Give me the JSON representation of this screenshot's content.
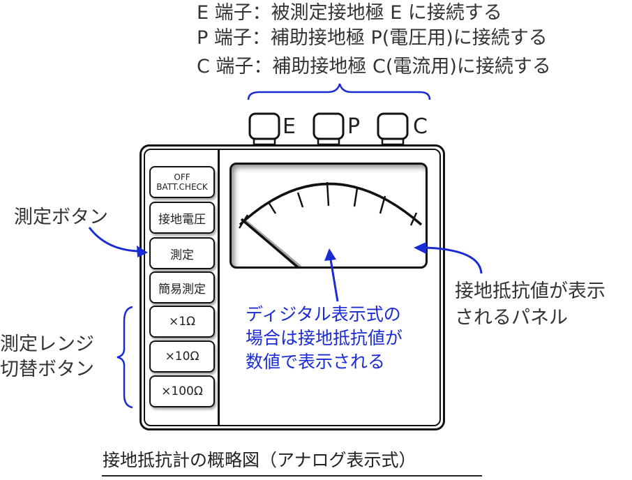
{
  "terminals": {
    "lines": [
      "E 端子：被測定接地極 E に接続する",
      "P 端子：補助接地極 P(電圧用)に接続する",
      "C 端子：補助接地極 C(電流用)に接続する"
    ],
    "labels": [
      "E",
      "P",
      "C"
    ]
  },
  "buttons": {
    "off_batt": [
      "OFF",
      "BATT.CHECK"
    ],
    "ground_voltage": "接地電圧",
    "measure": "測定",
    "simple_measure": "簡易測定",
    "range_x1": "×1Ω",
    "range_x10": "×10Ω",
    "range_x100": "×100Ω"
  },
  "labels": {
    "measure_button": "測定ボタン",
    "range_switch": [
      "測定レンジ",
      "切替ボタン"
    ],
    "panel": [
      "接地抵抗値が表示",
      "されるパネル"
    ],
    "digital_note": [
      "ディジタル表示式の",
      "場合は接地抵抗値が",
      "数値で表示される"
    ]
  },
  "caption": "接地抵抗計の概略図（アナログ表示式）",
  "colors": {
    "annotation_blue": "#1a2bd6",
    "outline": "#111111",
    "text": "#333333"
  }
}
